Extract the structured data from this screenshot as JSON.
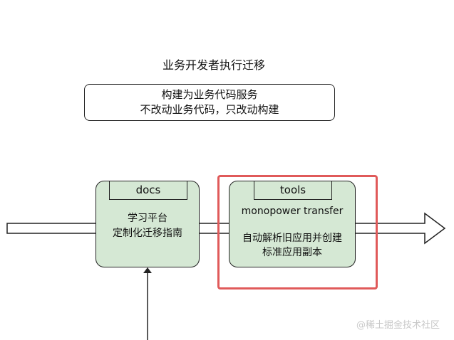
{
  "title": "业务开发者执行迁移",
  "top_box": {
    "line1": "构建为业务代码服务",
    "line2": "不改动业务代码，只改动构建"
  },
  "docs_node": {
    "tab": "docs",
    "line1": "学习平台",
    "line2": "定制化迁移指南"
  },
  "tools_node": {
    "tab": "tools",
    "subtitle": "monopower transfer",
    "line1": "自动解析旧应用并创建",
    "line2": "标准应用副本"
  },
  "watermark": "@稀土掘金技术社区",
  "colors": {
    "node_fill": "#d5e8d4",
    "highlight_border": "#e05a5a"
  }
}
